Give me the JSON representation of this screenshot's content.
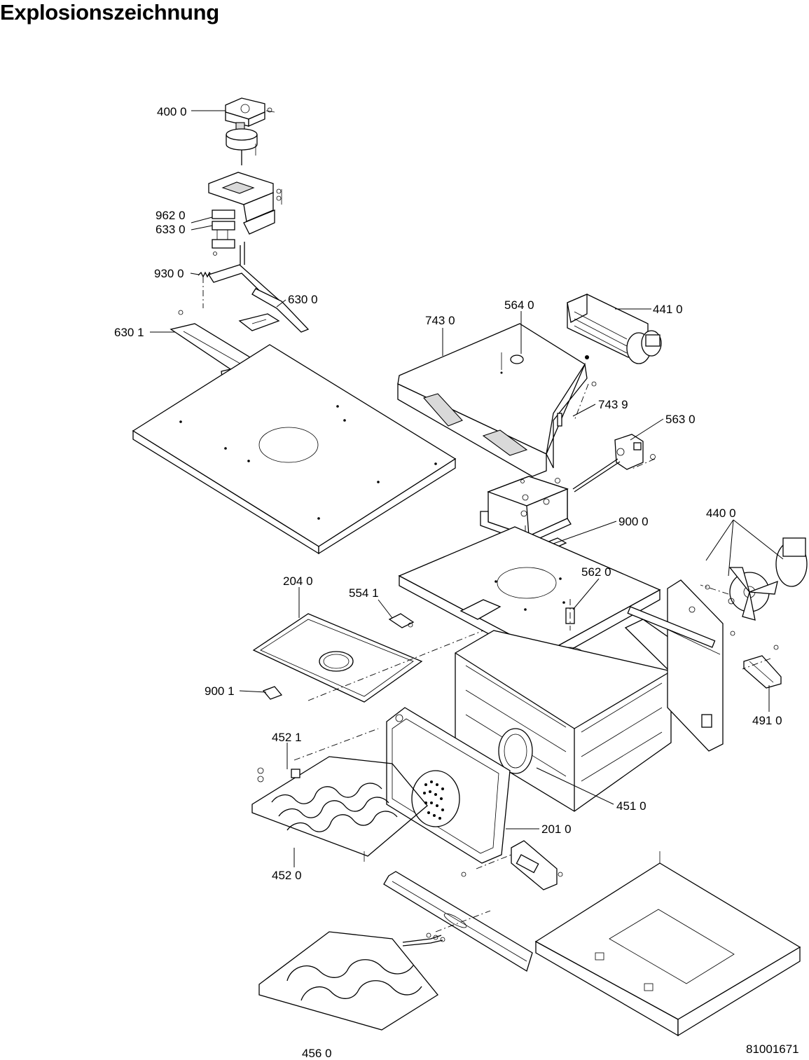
{
  "title": "Explosionszeichnung",
  "drawing_number": "81001671",
  "parts": [
    {
      "id": "p4000",
      "label": "400 0"
    },
    {
      "id": "p9620",
      "label": "962 0"
    },
    {
      "id": "p6330",
      "label": "633 0"
    },
    {
      "id": "p9300",
      "label": "930 0"
    },
    {
      "id": "p6300",
      "label": "630 0"
    },
    {
      "id": "p6301",
      "label": "630 1"
    },
    {
      "id": "p7430",
      "label": "743 0"
    },
    {
      "id": "p5640",
      "label": "564 0"
    },
    {
      "id": "p4410",
      "label": "441 0"
    },
    {
      "id": "p7439",
      "label": "743 9"
    },
    {
      "id": "p5630",
      "label": "563 0"
    },
    {
      "id": "p9000",
      "label": "900 0"
    },
    {
      "id": "p4400",
      "label": "440 0"
    },
    {
      "id": "p5620",
      "label": "562 0"
    },
    {
      "id": "p2040",
      "label": "204 0"
    },
    {
      "id": "p5541",
      "label": "554 1"
    },
    {
      "id": "p9001",
      "label": "900 1"
    },
    {
      "id": "p4521",
      "label": "452 1"
    },
    {
      "id": "p4910",
      "label": "491 0"
    },
    {
      "id": "p4510",
      "label": "451 0"
    },
    {
      "id": "p2010",
      "label": "201 0"
    },
    {
      "id": "p4520",
      "label": "452 0"
    },
    {
      "id": "p4560",
      "label": "456 0"
    }
  ]
}
